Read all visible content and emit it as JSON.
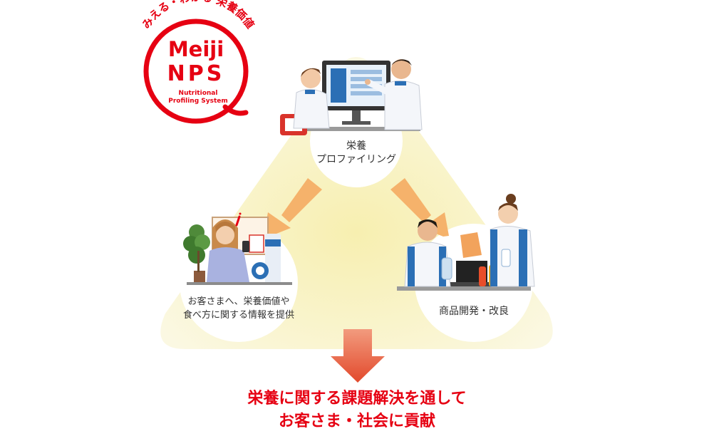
{
  "colors": {
    "brand_red": "#e60012",
    "triangle_fill": "#f8f4d0",
    "arrow_orange": "#f5b26b",
    "down_arrow": "#e35c3c",
    "headline": "#e60012",
    "uniform_blue": "#2b6fb5"
  },
  "logo": {
    "arc_text": "みえる・わかる 栄養価値",
    "line1": "Meiji",
    "line2": "NPS",
    "sub1": "Nutritional",
    "sub2": "Profiling System"
  },
  "nodes": {
    "profiling": {
      "line1": "栄養",
      "line2": "プロファイリング"
    },
    "customer_info": {
      "line1": "お客さまへ、栄養価値や",
      "line2": "食べ方に関する情報を提供"
    },
    "product_dev": {
      "label": "商品開発・改良"
    }
  },
  "conclusion": {
    "line1": "栄養に関する課題解決を通して",
    "line2": "お客さま・社会に貢献"
  }
}
